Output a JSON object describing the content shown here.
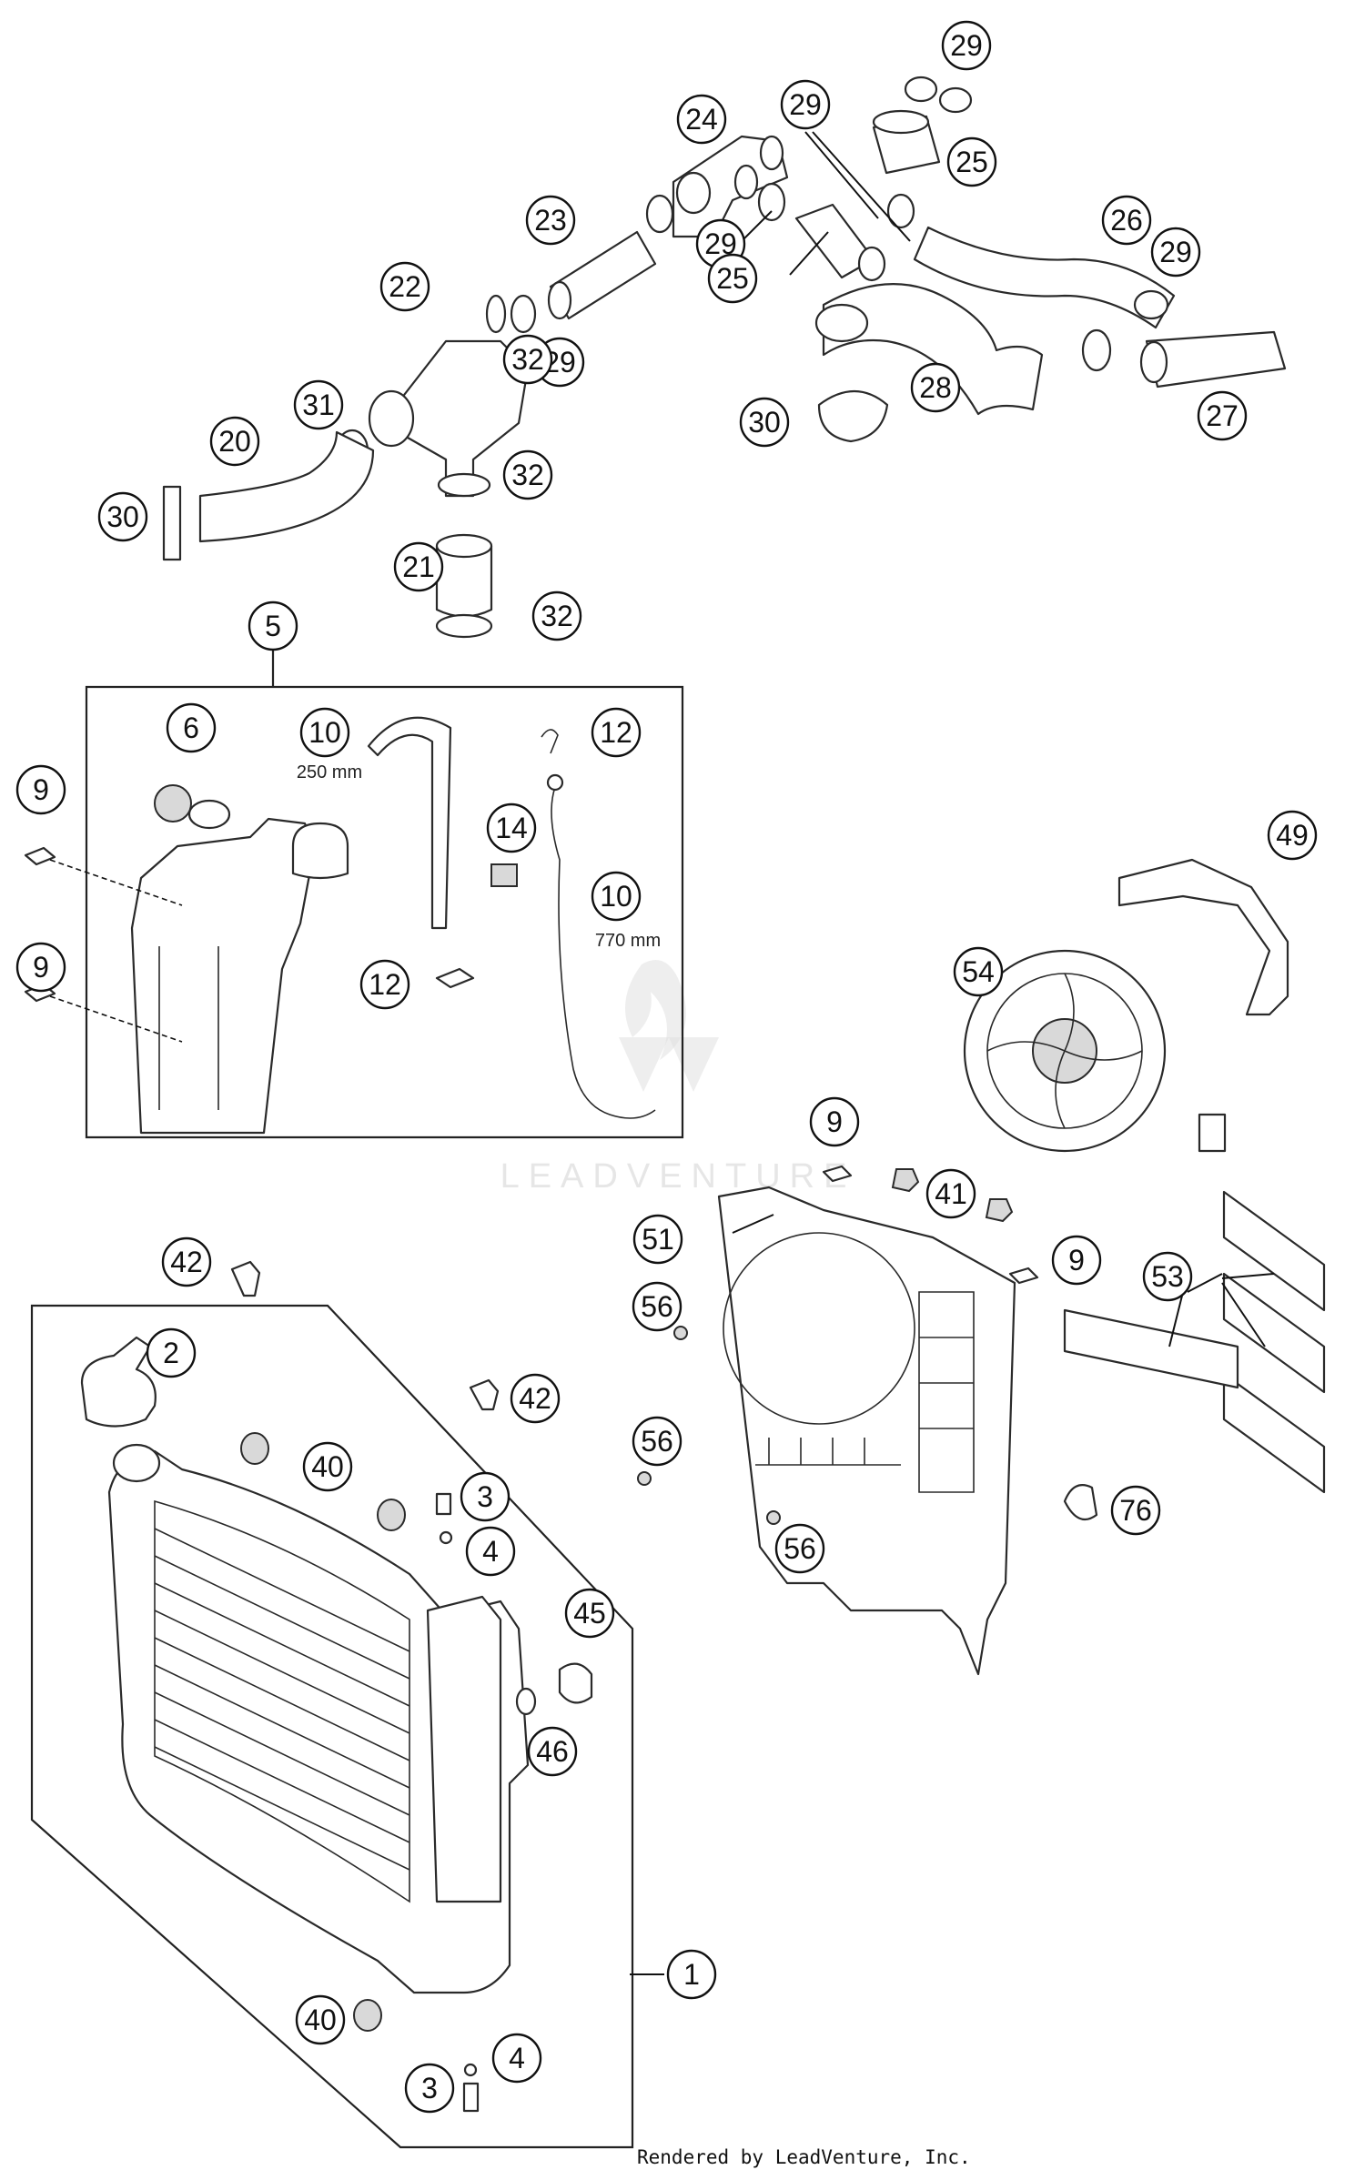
{
  "dimensions": [
    {
      "id": "hose-10-short",
      "text": "250 mm"
    },
    {
      "id": "hose-10-long",
      "text": "770 mm"
    }
  ],
  "callouts": [
    "29",
    "24",
    "29",
    "25",
    "23",
    "29",
    "26",
    "29",
    "25",
    "22",
    "29",
    "28",
    "31",
    "30",
    "32",
    "27",
    "20",
    "32",
    "30",
    "21",
    "32",
    "5",
    "6",
    "10",
    "12",
    "9",
    "14",
    "10",
    "12",
    "9",
    "49",
    "54",
    "9",
    "41",
    "51",
    "9",
    "53",
    "42",
    "56",
    "2",
    "42",
    "40",
    "56",
    "3",
    "76",
    "4",
    "56",
    "45",
    "46",
    "1",
    "40",
    "4",
    "3"
  ],
  "watermark": "LEADVENTURE",
  "footer": "Rendered by LeadVenture, Inc."
}
